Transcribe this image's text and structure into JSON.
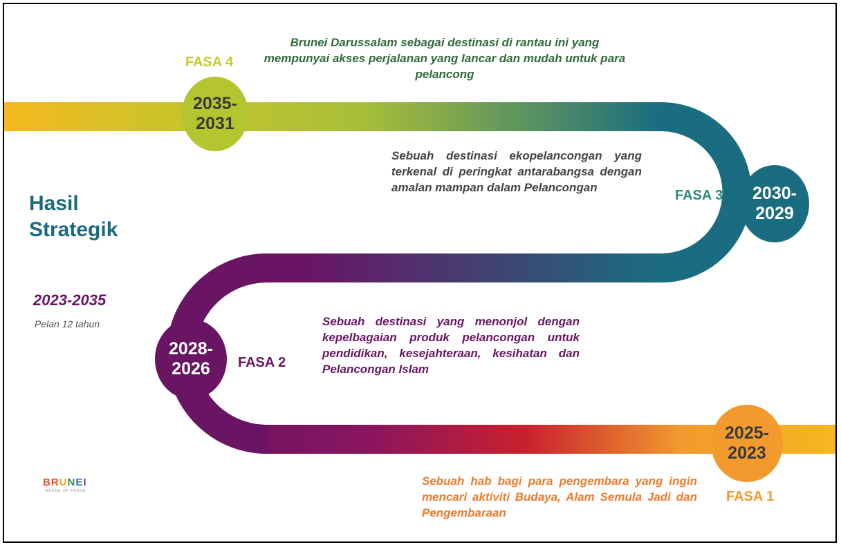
{
  "side": {
    "title_line1": "Hasil",
    "title_line2": "Strategik",
    "period": "2023-2035",
    "duration": "Pelan 12 tahun"
  },
  "phases": [
    {
      "fasa": "FASA 1",
      "years_line1": "2025-",
      "years_line2": "2023",
      "description": "Sebuah hab bagi para pengembara yang ingin mencari aktiviti Budaya, Alam Semula Jadi dan Pengembaraan",
      "color": "#f29a2e"
    },
    {
      "fasa": "FASA 2",
      "years_line1": "2028-",
      "years_line2": "2026",
      "description": "Sebuah destinasi yang menonjol dengan kepelbagaian produk pelancongan untuk pendidikan, kesejahteraan, kesihatan dan Pelancongan Islam",
      "color": "#6a1464"
    },
    {
      "fasa": "FASA 3",
      "years_line1": "2030-",
      "years_line2": "2029",
      "description": "Sebuah destinasi ekopelancongan yang terkenal di peringkat antarabangsa dengan amalan mampan dalam Pelancongan",
      "color": "#1a6d80"
    },
    {
      "fasa": "FASA 4",
      "years_line1": "2035-",
      "years_line2": "2031",
      "description": "Brunei Darussalam sebagai destinasi di rantau ini yang mempunyai akses perjalanan yang lancar dan mudah untuk para pelancong",
      "color": "#b5c530"
    }
  ],
  "logo": {
    "part1": "BR",
    "part2": "U",
    "part3": "N",
    "part4": "E",
    "part5": "I",
    "tagline": "ABODE OF PEACE"
  },
  "colors": {
    "yellow": "#f2c21b",
    "lime": "#b5c530",
    "teal": "#1a6d80",
    "purple": "#6a1464",
    "red": "#c8202e",
    "orange": "#f29a2e",
    "fasa1_text": "#f07a2a",
    "fasa3_text": "#2a8a7a",
    "fasa4_desc": "#2e6a3a",
    "fasa3_desc": "#444444"
  }
}
